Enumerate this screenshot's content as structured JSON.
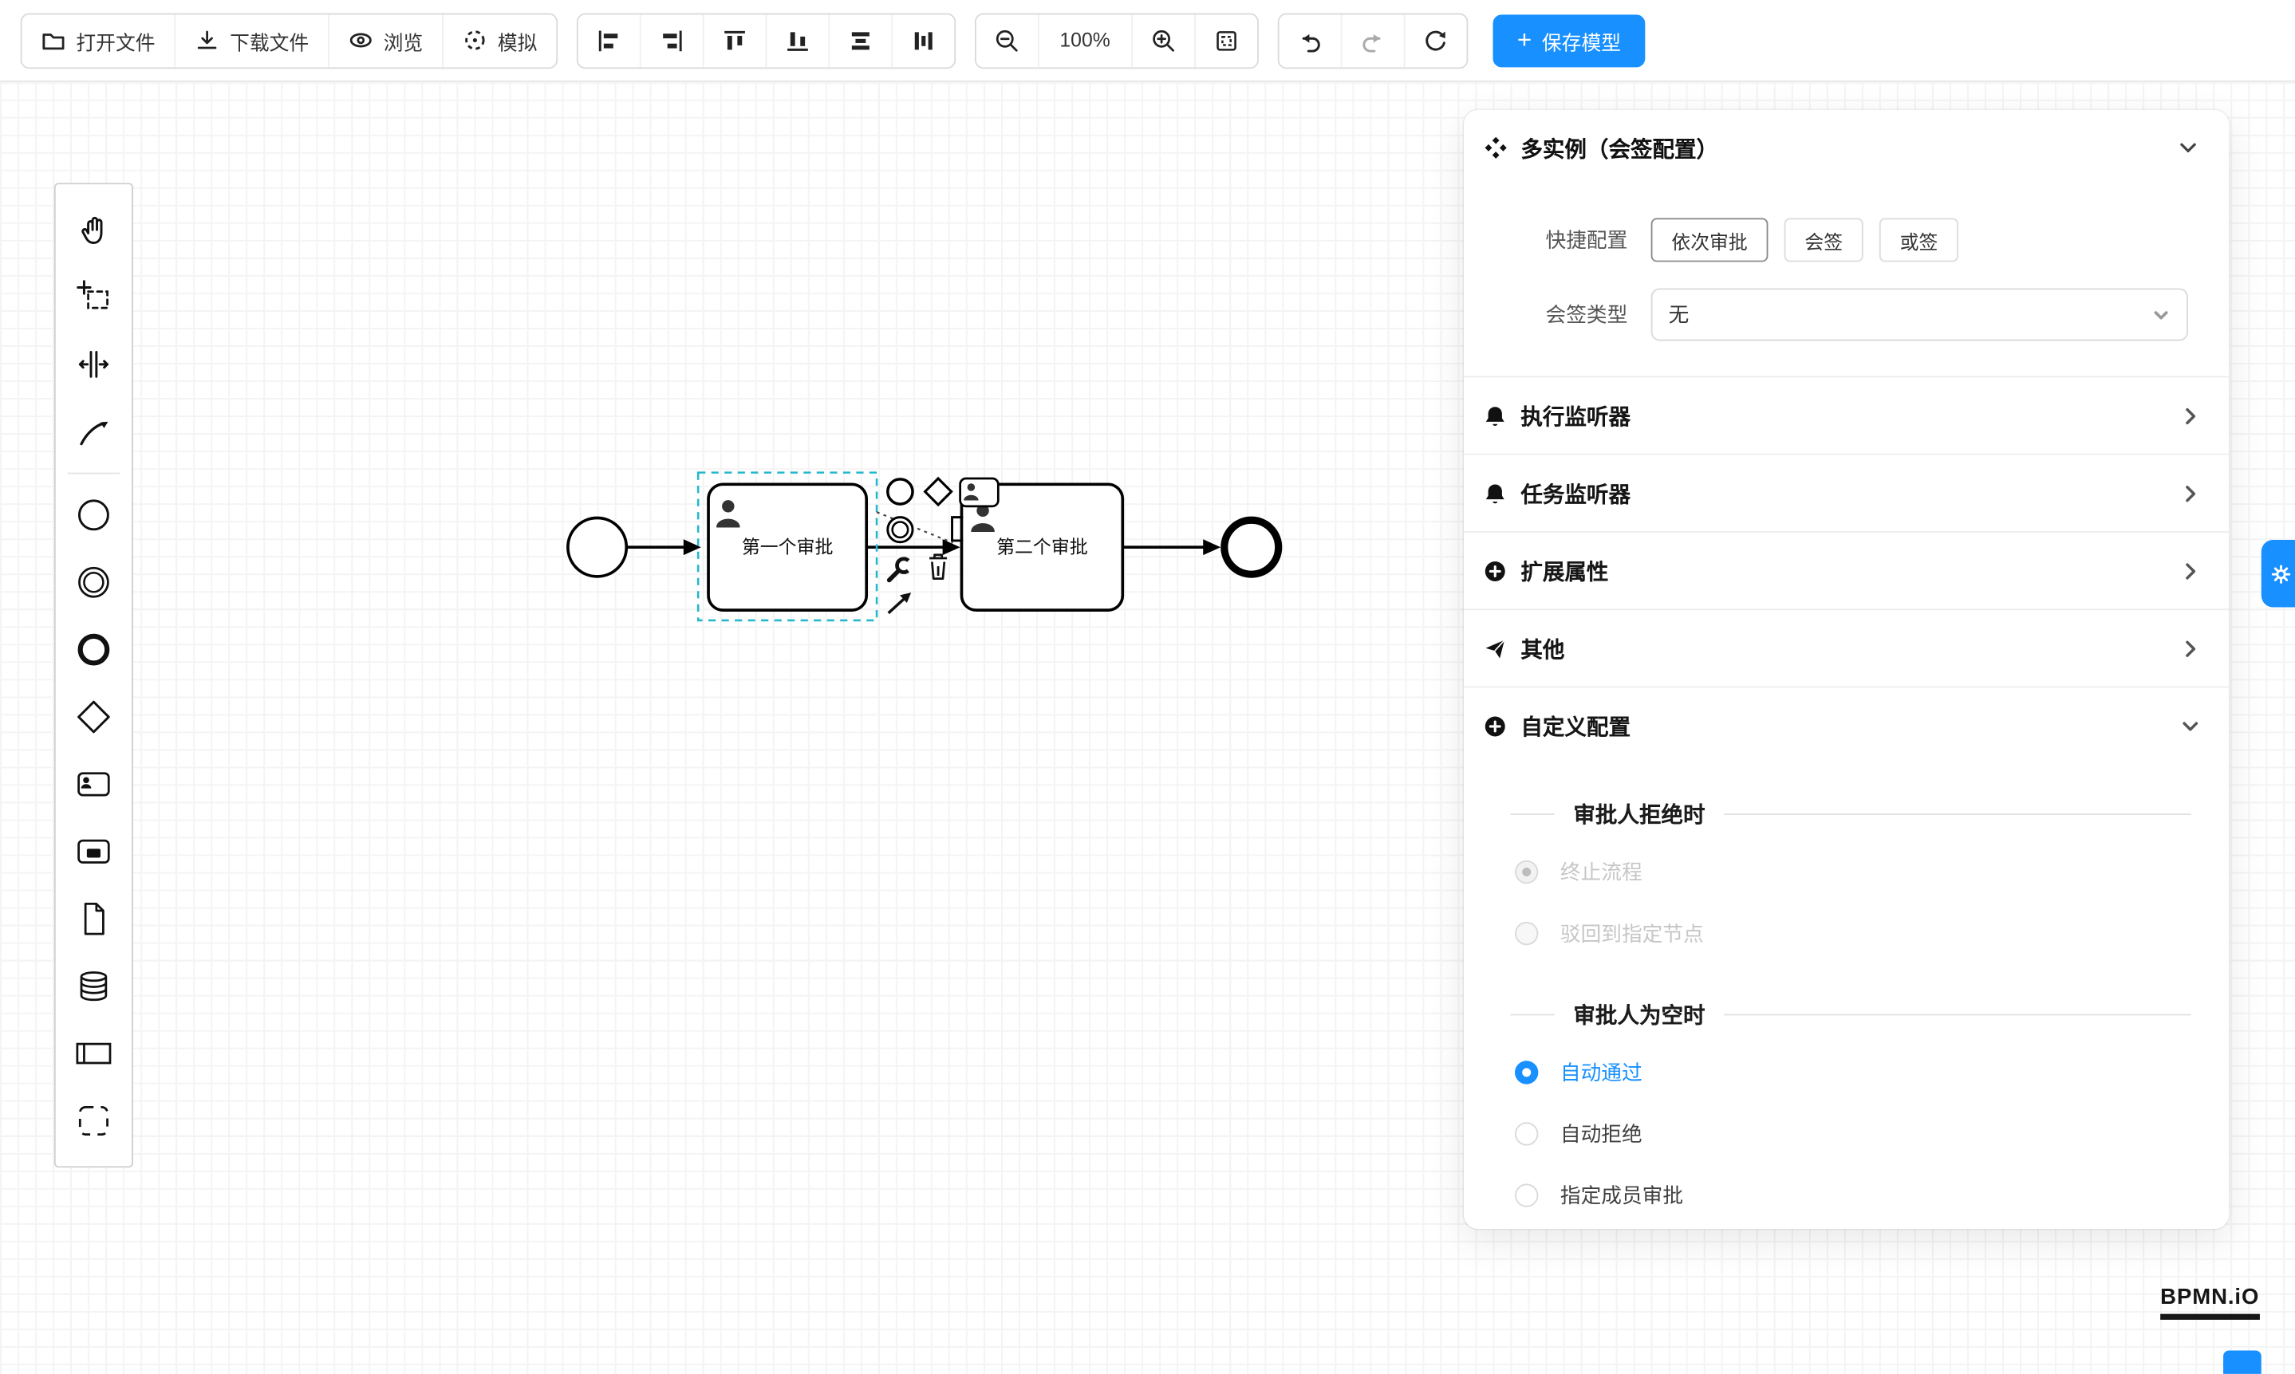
{
  "toolbar": {
    "file_buttons": [
      {
        "label": "打开文件"
      },
      {
        "label": "下载文件"
      },
      {
        "label": "浏览"
      },
      {
        "label": "模拟"
      }
    ],
    "zoom_level": "100%",
    "save_plus": "+",
    "save_label": "保存模型"
  },
  "canvas": {
    "task1_label": "第一个审批",
    "task2_label": "第二个审批"
  },
  "panel": {
    "title": "多实例（会签配置）",
    "quick_config_label": "快捷配置",
    "quick_options": [
      {
        "label": "依次审批",
        "selected": true
      },
      {
        "label": "会签",
        "selected": false
      },
      {
        "label": "或签",
        "selected": false
      }
    ],
    "sign_type_label": "会签类型",
    "sign_type_value": "无",
    "sections": [
      {
        "label": "执行监听器",
        "icon": "bell-icon"
      },
      {
        "label": "任务监听器",
        "icon": "bell-icon"
      },
      {
        "label": "扩展属性",
        "icon": "plus-circle-icon"
      },
      {
        "label": "其他",
        "icon": "send-icon"
      },
      {
        "label": "自定义配置",
        "icon": "plus-circle-icon"
      }
    ],
    "reject_group": {
      "title": "审批人拒绝时",
      "options": [
        {
          "label": "终止流程",
          "selected": true,
          "disabled": true
        },
        {
          "label": "驳回到指定节点",
          "selected": false,
          "disabled": true
        }
      ]
    },
    "empty_group": {
      "title": "审批人为空时",
      "options": [
        {
          "label": "自动通过",
          "selected": true
        },
        {
          "label": "自动拒绝",
          "selected": false
        },
        {
          "label": "指定成员审批",
          "selected": false
        }
      ]
    }
  },
  "logo": {
    "text": "BPMN.iO"
  },
  "colors": {
    "accent": "#1890ff",
    "selection": "#23b8cc"
  }
}
